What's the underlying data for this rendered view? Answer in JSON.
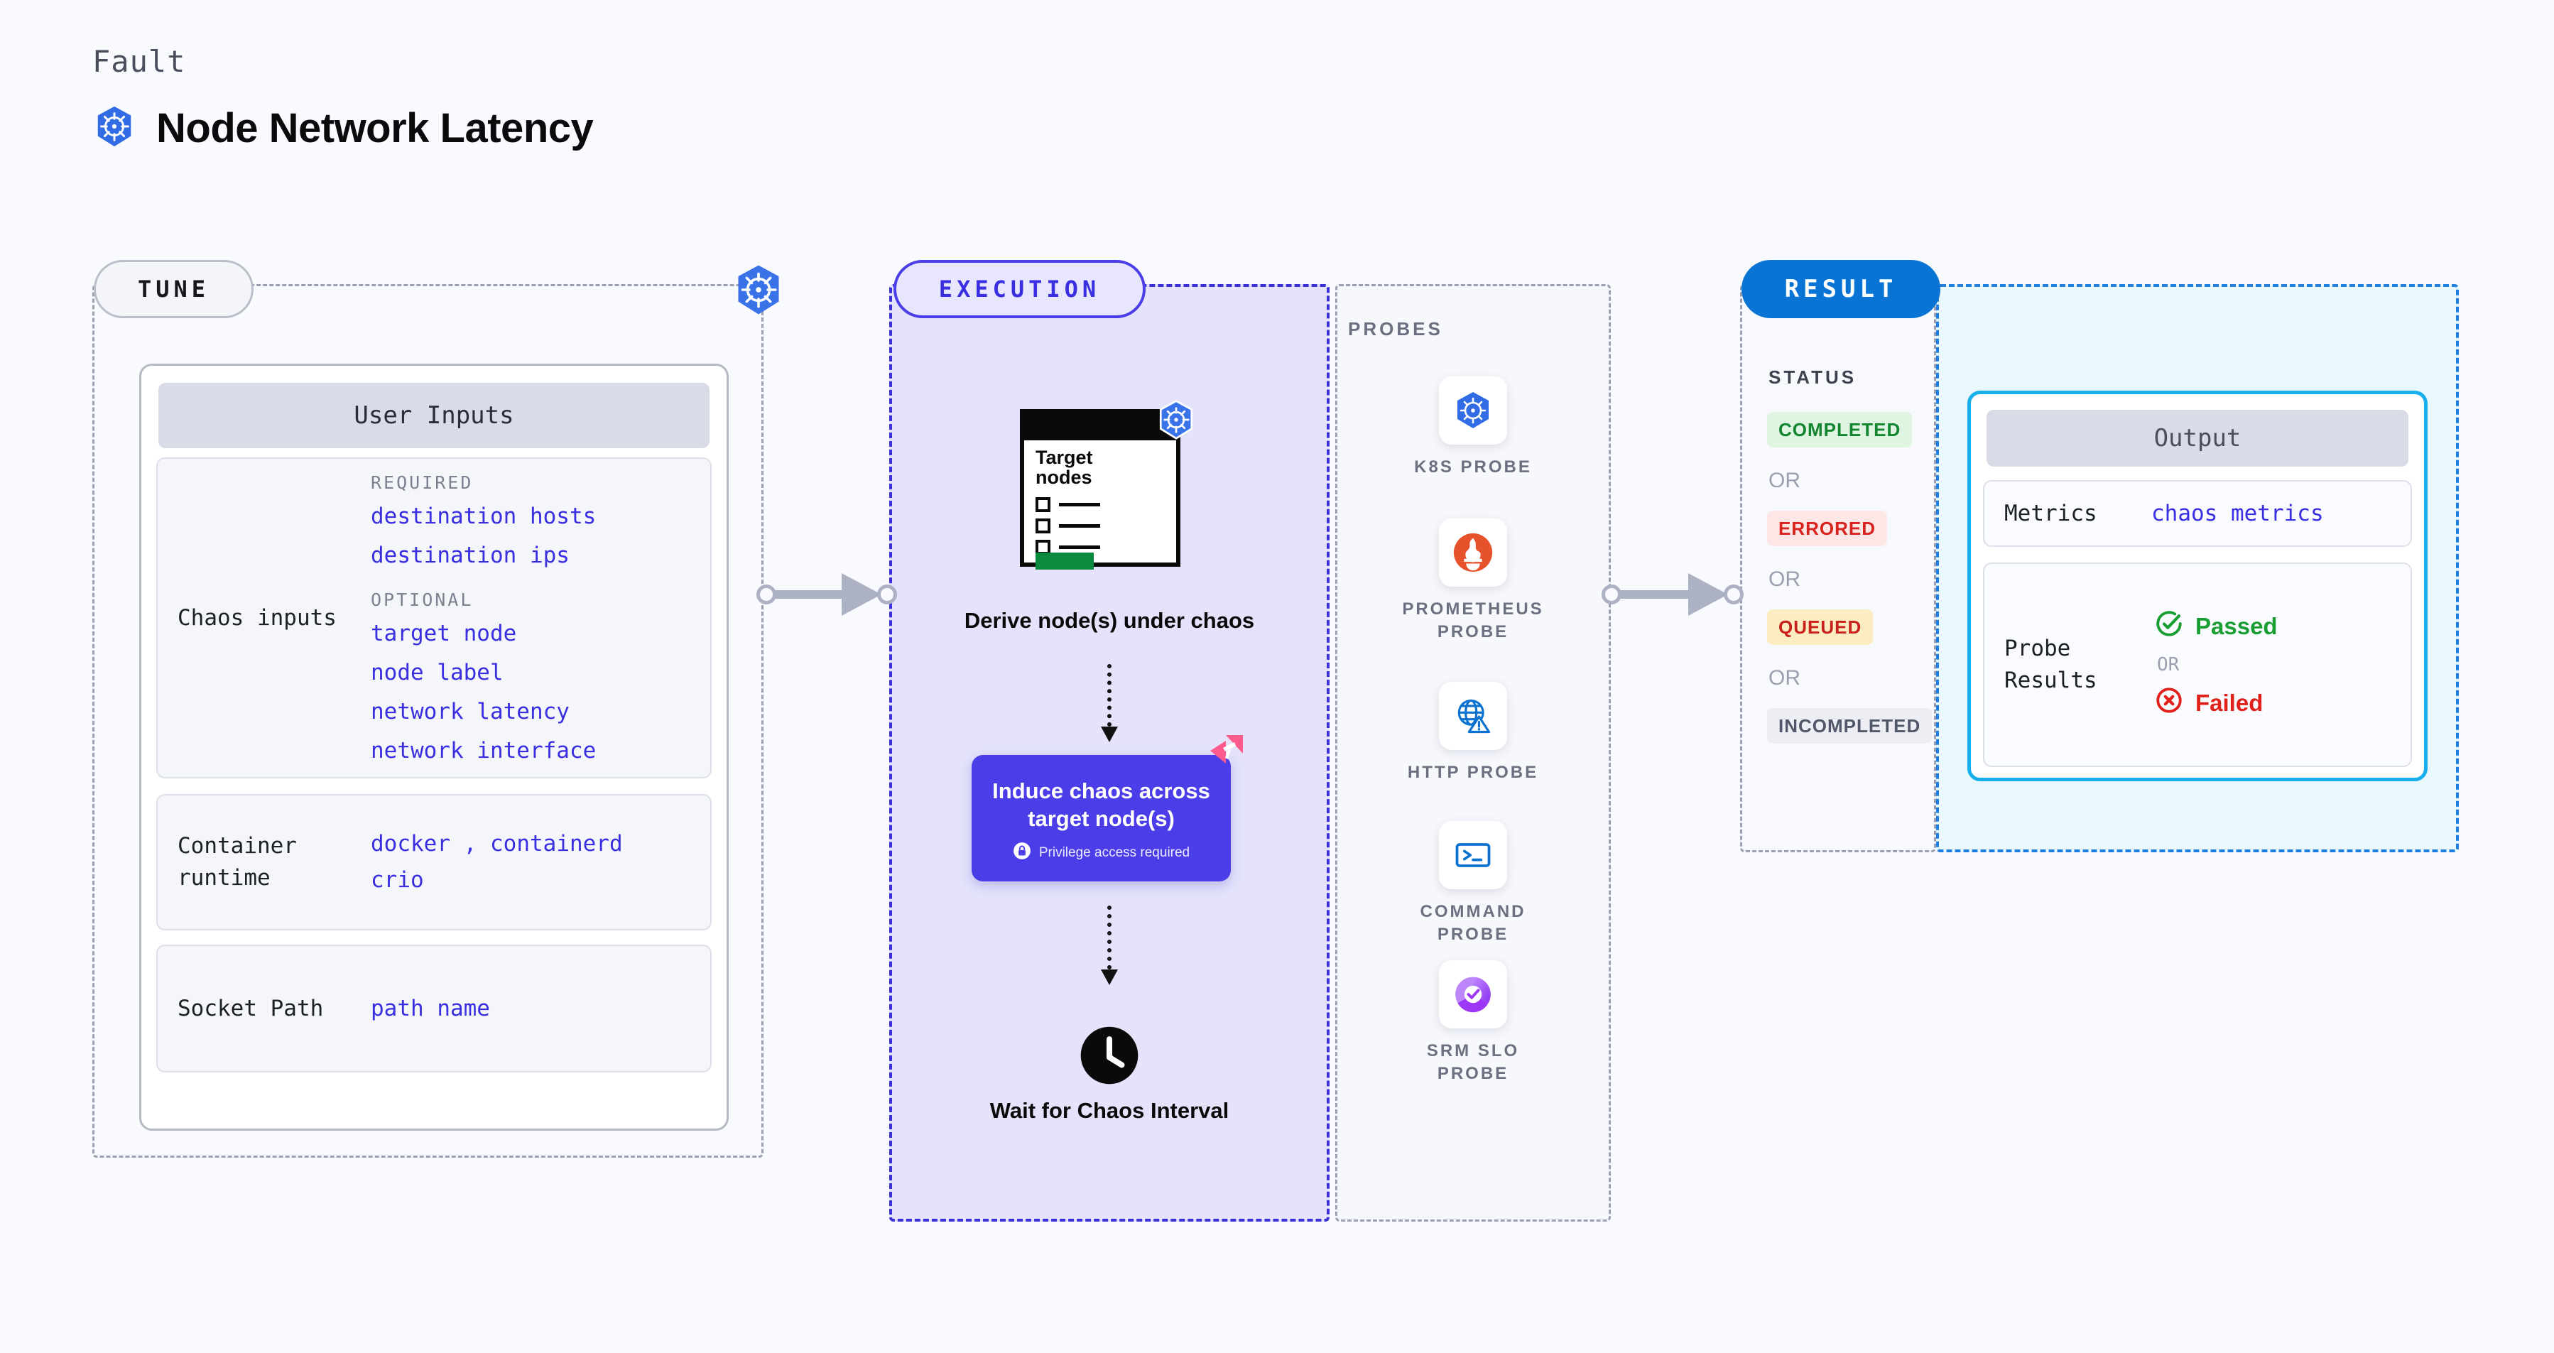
{
  "header": {
    "eyebrow": "Fault",
    "title": "Node Network Latency",
    "icon": "kubernetes-icon"
  },
  "tune": {
    "tab_label": "TUNE",
    "corner_icon": "kubernetes-icon",
    "card_title": "User Inputs",
    "rows": [
      {
        "label": "Chaos inputs",
        "groups": [
          {
            "title": "REQUIRED",
            "values": [
              "destination hosts",
              "destination ips"
            ]
          },
          {
            "title": "OPTIONAL",
            "values": [
              "target node",
              "node label",
              "network latency",
              "network interface"
            ]
          }
        ]
      },
      {
        "label": "Container runtime",
        "values_line1": "docker",
        "comma": ",",
        "values_line1b": "containerd",
        "values_line2": "crio"
      },
      {
        "label": "Socket Path",
        "value": "path name"
      }
    ]
  },
  "execution": {
    "tab_label": "EXECUTION",
    "target_card": {
      "title_line1": "Target",
      "title_line2": "nodes",
      "badge_icon": "kubernetes-icon"
    },
    "step1_label": "Derive node(s) under chaos",
    "step2": {
      "title": "Induce chaos across target node(s)",
      "privilege_note": "Privilege access required",
      "privilege_icon": "lock-icon",
      "corner_icon": "harness-icon",
      "color": "#4b3ee8"
    },
    "step3_label": "Wait for Chaos Interval",
    "step3_icon": "clock-icon"
  },
  "probes": {
    "section_label": "PROBES",
    "items": [
      {
        "name": "K8S PROBE",
        "icon": "kubernetes-icon"
      },
      {
        "name": "PROMETHEUS PROBE",
        "icon": "prometheus-icon"
      },
      {
        "name": "HTTP PROBE",
        "icon": "http-globe-warning-icon"
      },
      {
        "name": "COMMAND PROBE",
        "icon": "terminal-icon"
      },
      {
        "name": "SRM SLO PROBE",
        "icon": "srm-slo-icon"
      }
    ]
  },
  "result": {
    "tab_label": "RESULT",
    "status_label": "STATUS",
    "or_label": "OR",
    "statuses": [
      {
        "label": "COMPLETED",
        "color": "#12862f",
        "bg": "#dff5e2"
      },
      {
        "label": "ERRORED",
        "color": "#d8221d",
        "bg": "#fce7e6"
      },
      {
        "label": "QUEUED",
        "color": "#c8211b",
        "bg": "#fcecc2"
      },
      {
        "label": "INCOMPLETED",
        "color": "#515869",
        "bg": "#eceef4"
      }
    ],
    "output": {
      "card_title": "Output",
      "metrics_label": "Metrics",
      "metrics_value": "chaos metrics",
      "probe_results_label": "Probe Results",
      "passed_label": "Passed",
      "passed_icon": "check-circle-icon",
      "passed_color": "#1a9e33",
      "or_label": "OR",
      "failed_label": "Failed",
      "failed_icon": "x-circle-icon",
      "failed_color": "#e0201a"
    }
  }
}
